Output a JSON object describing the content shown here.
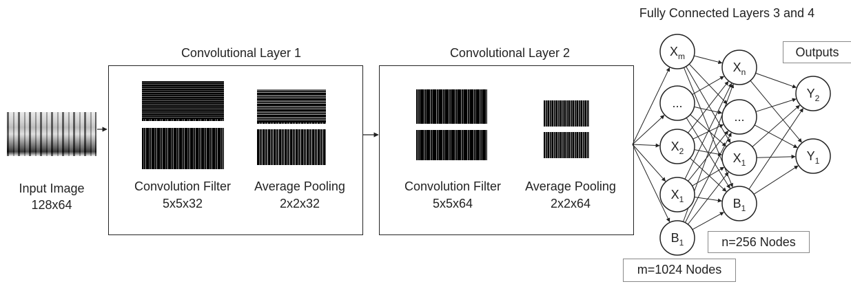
{
  "title_fc": "Fully Connected Layers 3 and 4",
  "input": {
    "label": "Input Image",
    "size": "128x64"
  },
  "conv1": {
    "title": "Convolutional Layer 1",
    "filter": {
      "label": "Convolution Filter",
      "size": "5x5x32"
    },
    "pool": {
      "label": "Average Pooling",
      "size": "2x2x32"
    }
  },
  "conv2": {
    "title": "Convolutional Layer 2",
    "filter": {
      "label": "Convolution Filter",
      "size": "5x5x64"
    },
    "pool": {
      "label": "Average Pooling",
      "size": "2x2x64"
    }
  },
  "layer3": {
    "nodes": [
      {
        "main": "X",
        "sub": "m"
      },
      {
        "main": "...",
        "sub": ""
      },
      {
        "main": "X",
        "sub": "2"
      },
      {
        "main": "X",
        "sub": "1"
      },
      {
        "main": "B",
        "sub": "1"
      }
    ],
    "count_label": "m=1024 Nodes"
  },
  "layer4": {
    "nodes": [
      {
        "main": "X",
        "sub": "n"
      },
      {
        "main": "...",
        "sub": ""
      },
      {
        "main": "X",
        "sub": "1"
      },
      {
        "main": "B",
        "sub": "1"
      }
    ],
    "count_label": "n=256 Nodes"
  },
  "outputs": {
    "label": "Outputs",
    "nodes": [
      {
        "main": "Y",
        "sub": "2"
      },
      {
        "main": "Y",
        "sub": "1"
      }
    ]
  }
}
